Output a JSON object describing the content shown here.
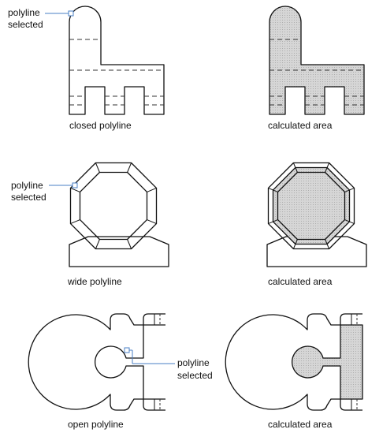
{
  "panels": {
    "closed": {
      "selected_label_line1": "polyline",
      "selected_label_line2": "selected",
      "caption": "closed polyline",
      "area_caption": "calculated area"
    },
    "wide": {
      "selected_label_line1": "polyline",
      "selected_label_line2": "selected",
      "caption": "wide polyline",
      "area_caption": "calculated area"
    },
    "open": {
      "selected_label_line1": "polyline",
      "selected_label_line2": "selected",
      "caption": "open polyline",
      "area_caption": "calculated area"
    }
  },
  "colors": {
    "line": "#111111",
    "selection_leader": "#4a7fc4",
    "area_fill": "#d2d2d2"
  }
}
